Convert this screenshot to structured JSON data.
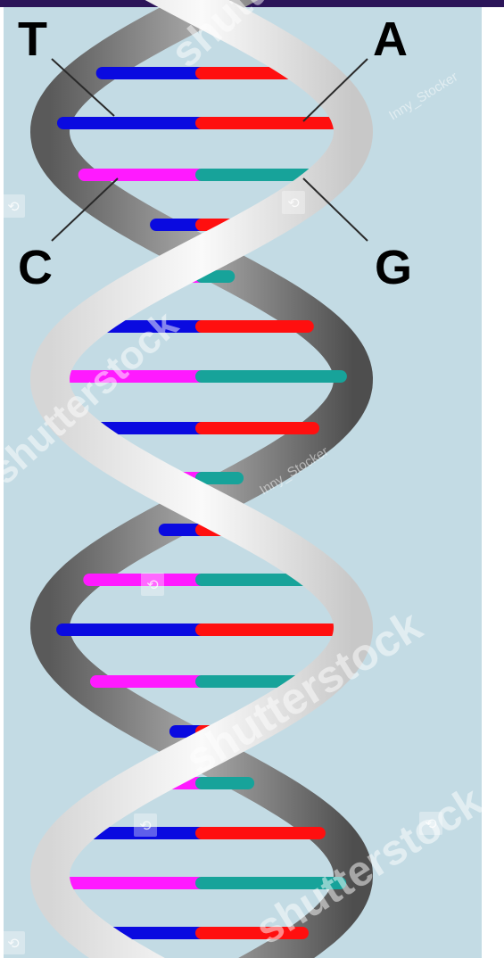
{
  "labels": {
    "t": "T",
    "a": "A",
    "c": "C",
    "g": "G"
  },
  "watermarks": {
    "brand": "shutterstock",
    "credit": "Inny_Stocker"
  },
  "colors": {
    "background": "#c3dbe4",
    "top_bar": "#2c1559",
    "adenine": "#ff0f0f",
    "thymine": "#0a0ae0",
    "cytosine": "#ff1aff",
    "guanine": "#17a39a",
    "backbone": "#8a8a8a",
    "ribbon": "#e9e9e9"
  },
  "icons": [
    "watermark-corner-icon"
  ]
}
